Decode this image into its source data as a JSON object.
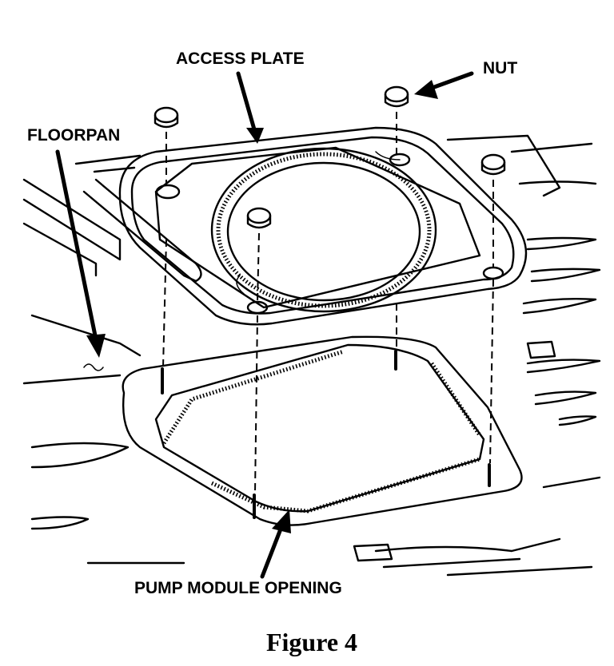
{
  "labels": {
    "access_plate": "ACCESS PLATE",
    "nut": "NUT",
    "floorpan": "FLOORPAN",
    "pump_module_opening": "PUMP MODULE OPENING"
  },
  "caption": "Figure 4",
  "colors": {
    "ink": "#000000",
    "paper": "#ffffff"
  }
}
